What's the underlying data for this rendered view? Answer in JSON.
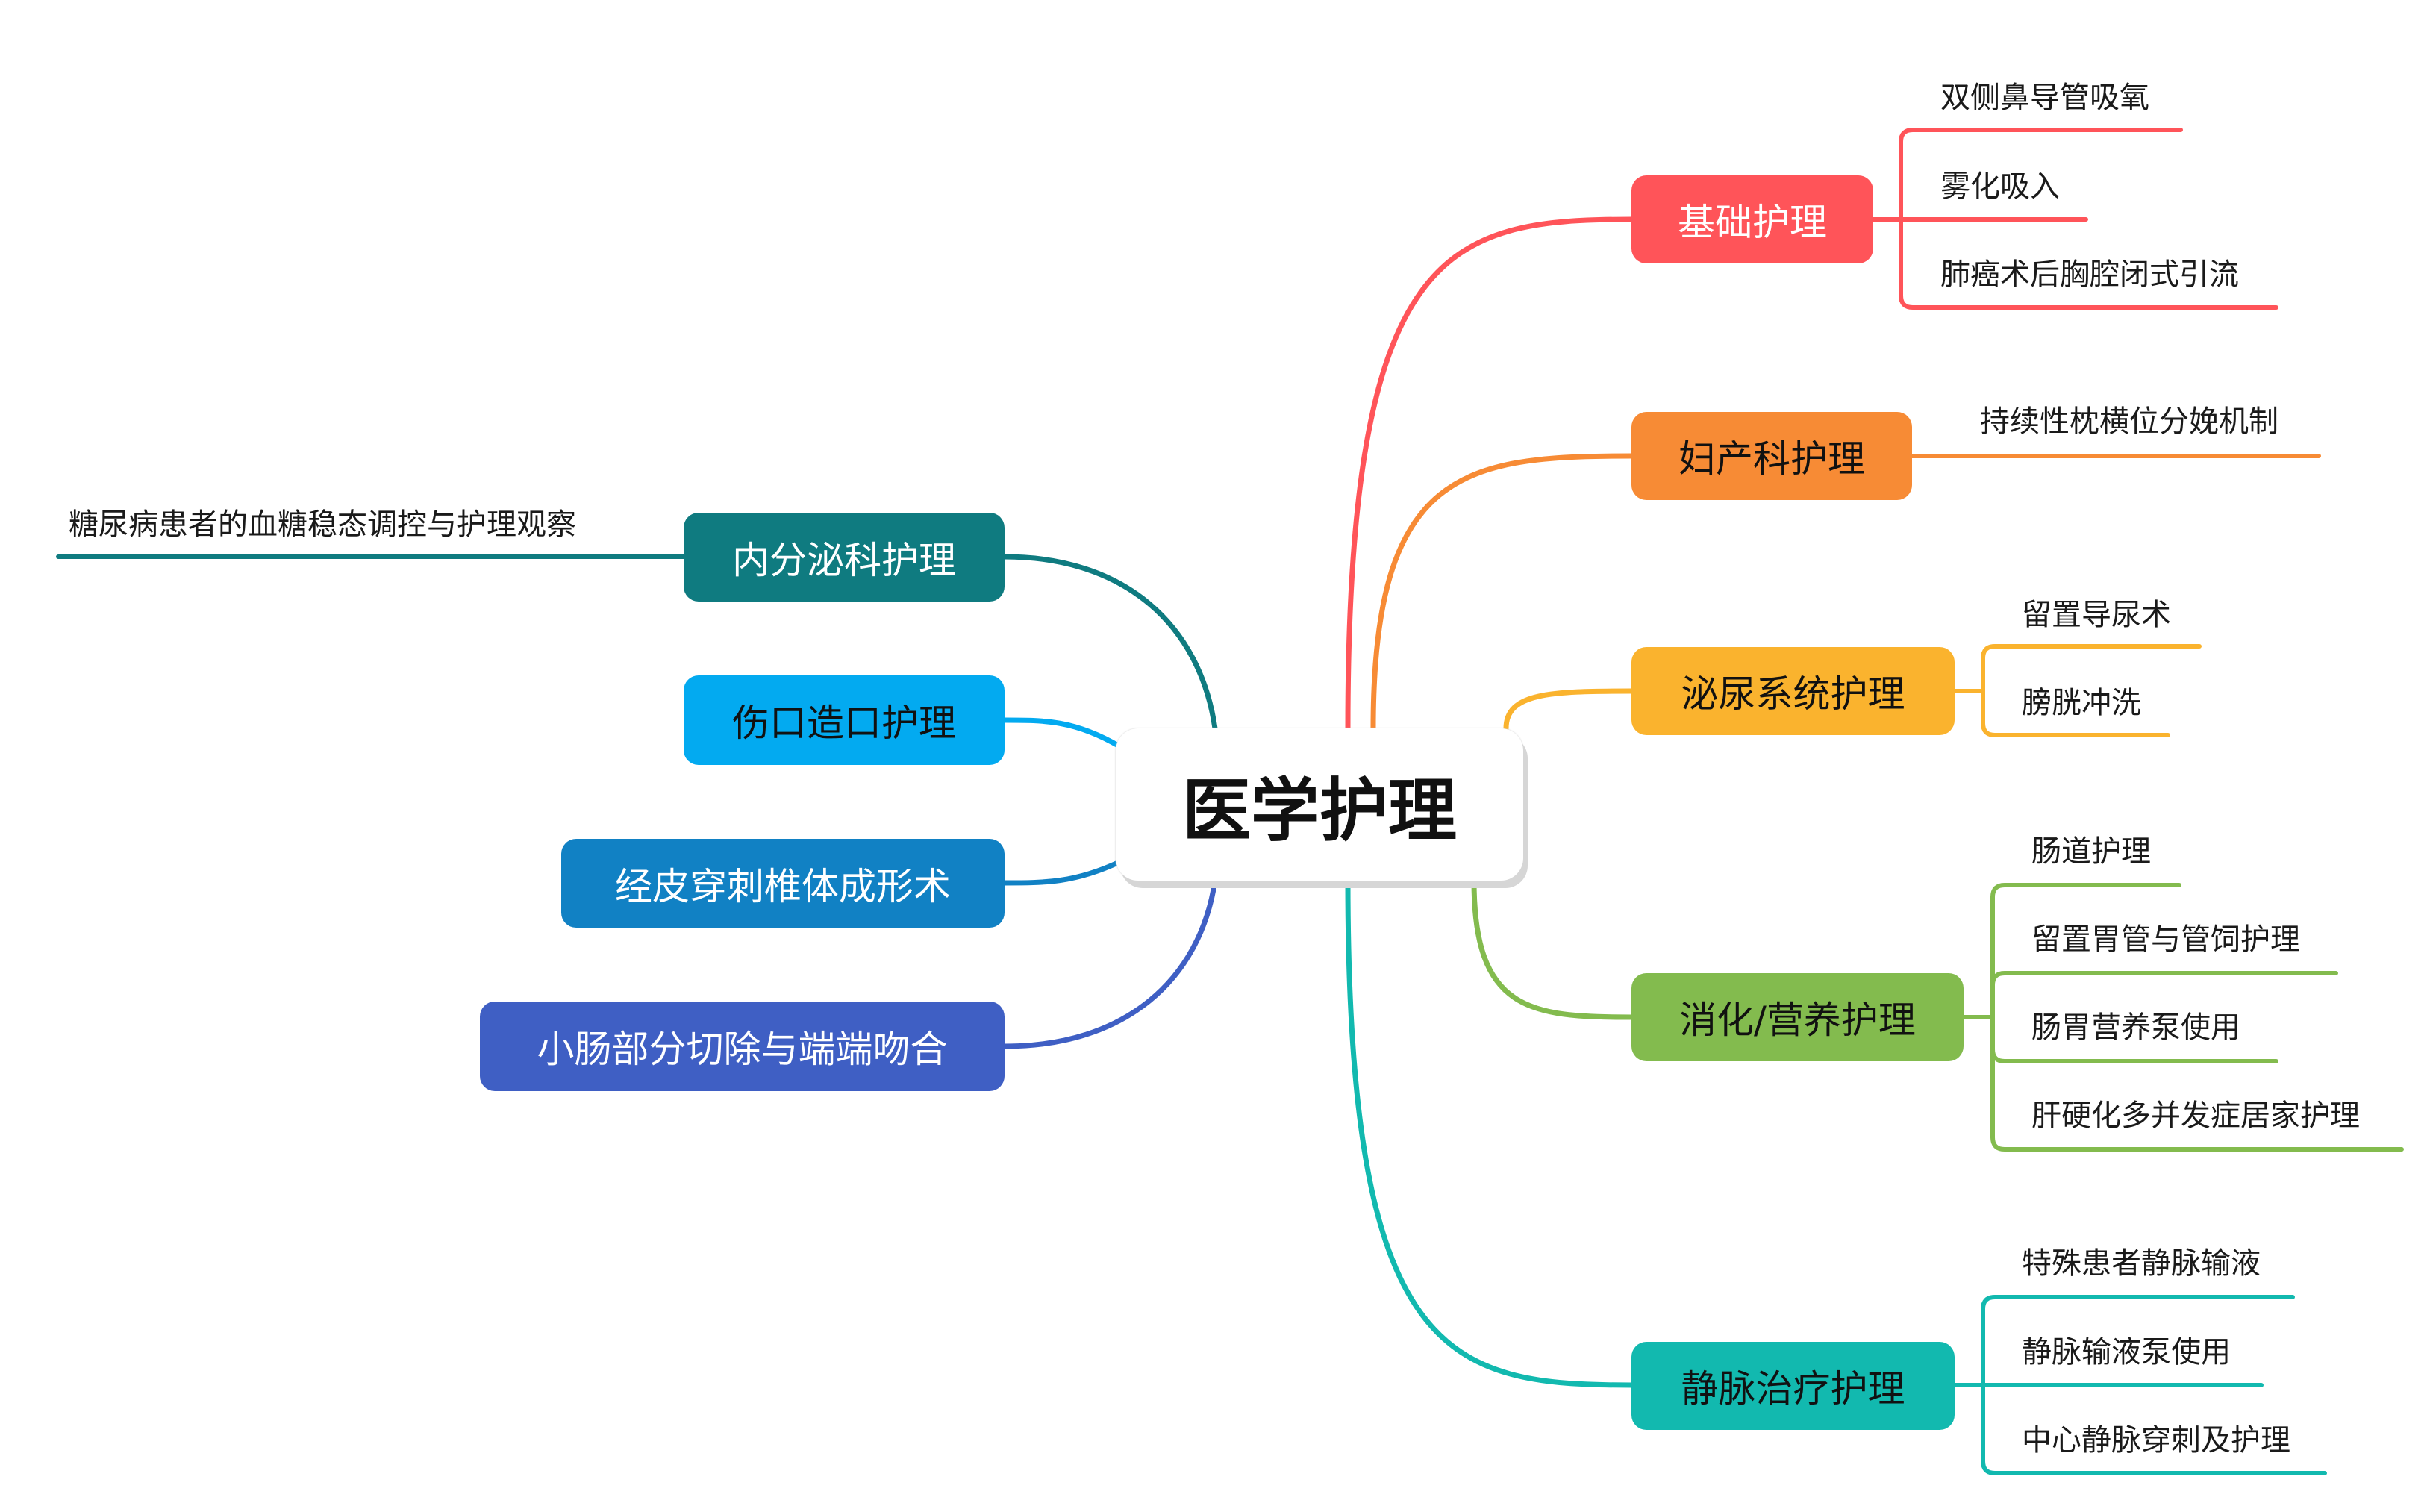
{
  "root": {
    "label": "医学护理"
  },
  "right_branches": [
    {
      "label": "基础护理",
      "color": "#FF5459",
      "text_color": "#ffffff",
      "children": [
        "双侧鼻导管吸氧",
        "雾化吸入",
        "肺癌术后胸腔闭式引流"
      ]
    },
    {
      "label": "妇产科护理",
      "color": "#F78B35",
      "text_color": "#111111",
      "children": [
        "持续性枕横位分娩机制"
      ]
    },
    {
      "label": "泌尿系统护理",
      "color": "#FAB32E",
      "text_color": "#111111",
      "children": [
        "留置导尿术",
        "膀胱冲洗"
      ]
    },
    {
      "label": "消化/营养护理",
      "color": "#83BB4E",
      "text_color": "#111111",
      "children": [
        "肠道护理",
        "留置胃管与管饲护理",
        "肠胃营养泵使用",
        "肝硬化多并发症居家护理"
      ]
    },
    {
      "label": "静脉治疗护理",
      "color": "#12B9AF",
      "text_color": "#111111",
      "children": [
        "特殊患者静脉输液",
        "静脉输液泵使用",
        "中心静脉穿刺及护理"
      ]
    }
  ],
  "left_branches": [
    {
      "label": "内分泌科护理",
      "color": "#0F7B80",
      "text_color": "#ffffff",
      "children": [
        "糖尿病患者的血糖稳态调控与护理观察"
      ]
    },
    {
      "label": "伤口造口护理",
      "color": "#03AAF0",
      "text_color": "#111111",
      "children": []
    },
    {
      "label": "经皮穿刺椎体成形术",
      "color": "#1181C4",
      "text_color": "#ffffff",
      "children": []
    },
    {
      "label": "小肠部分切除与端端吻合",
      "color": "#3F5FC4",
      "text_color": "#ffffff",
      "children": []
    }
  ]
}
